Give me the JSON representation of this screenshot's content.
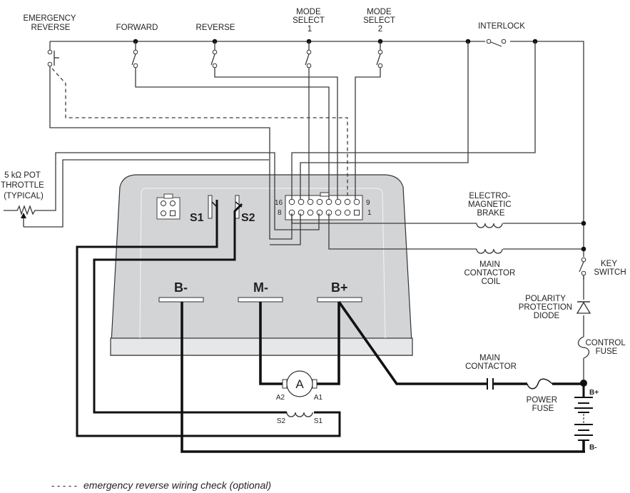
{
  "diagram": {
    "title": "Motor controller wiring diagram",
    "switches": [
      {
        "id": "emergency-reverse",
        "label_lines": [
          "EMERGENCY",
          "REVERSE"
        ]
      },
      {
        "id": "forward",
        "label_lines": [
          "FORWARD"
        ]
      },
      {
        "id": "reverse",
        "label_lines": [
          "REVERSE"
        ]
      },
      {
        "id": "mode-select-1",
        "label_lines": [
          "MODE",
          "SELECT",
          "1"
        ]
      },
      {
        "id": "mode-select-2",
        "label_lines": [
          "MODE",
          "SELECT",
          "2"
        ]
      },
      {
        "id": "interlock",
        "label_lines": [
          "INTERLOCK"
        ]
      }
    ],
    "throttle": {
      "label_lines": [
        "5 kΩ POT",
        "THROTTLE",
        "(TYPICAL)"
      ]
    },
    "controller": {
      "switch_labels": [
        "S1",
        "S2"
      ],
      "connector": {
        "row_top_left": "16",
        "row_top_right": "9",
        "row_bottom_left": "8",
        "row_bottom_right": "1"
      },
      "terminals": [
        "B-",
        "M-",
        "B+"
      ]
    },
    "motor": {
      "armature_label": "A",
      "armature_terminals": [
        "A2",
        "A1"
      ],
      "field_terminals": [
        "S2",
        "S1"
      ]
    },
    "components": {
      "brake": [
        "ELECTRO-",
        "MAGNETIC",
        "BRAKE"
      ],
      "main_contactor_coil": [
        "MAIN",
        "CONTACTOR",
        "COIL"
      ],
      "key_switch": [
        "KEY",
        "SWITCH"
      ],
      "diode": [
        "POLARITY",
        "PROTECTION",
        "DIODE"
      ],
      "control_fuse": [
        "CONTROL",
        "FUSE"
      ],
      "main_contactor": [
        "MAIN",
        "CONTACTOR"
      ],
      "power_fuse": [
        "POWER",
        "FUSE"
      ],
      "battery_pos": "B+",
      "battery_neg": "B-"
    },
    "legend": {
      "dash_sample": "- - - - -",
      "text": "emergency reverse wiring check (optional)"
    }
  }
}
